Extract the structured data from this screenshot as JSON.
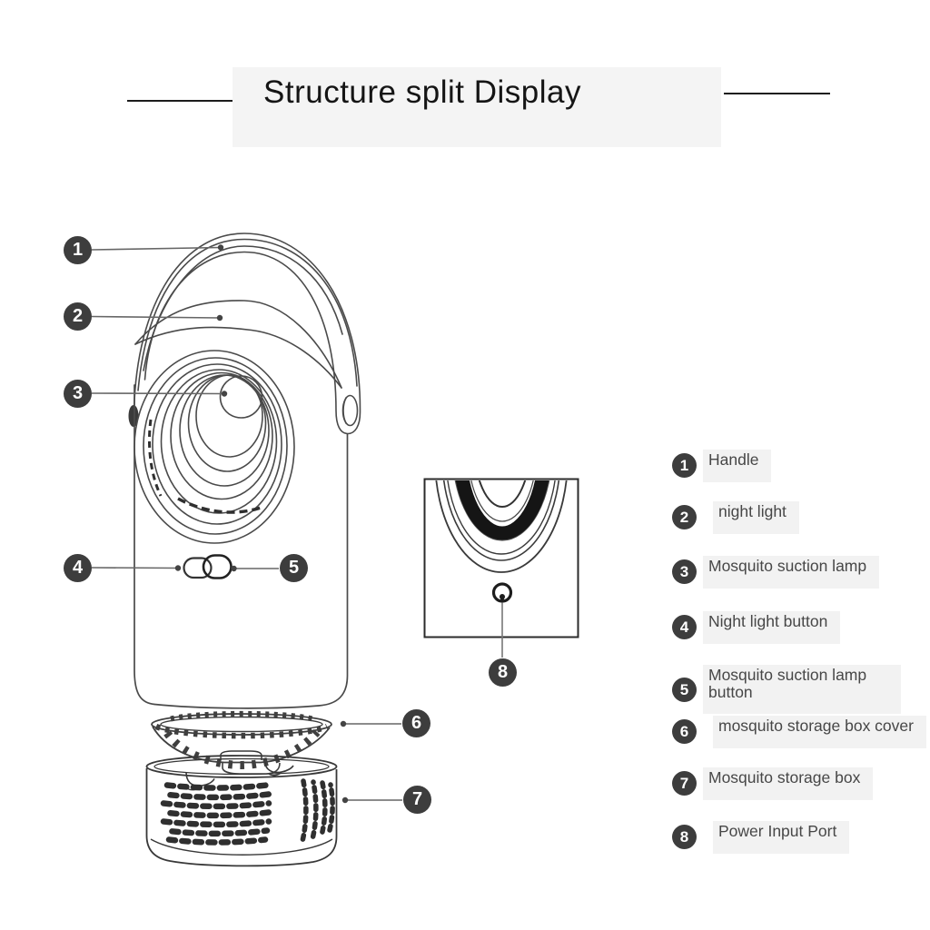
{
  "title": {
    "text": "Structure split Display"
  },
  "colors": {
    "background": "#ffffff",
    "title_background": "#f4f4f4",
    "label_background": "#f2f2f2",
    "callout_circle": "#3d3d3d",
    "callout_number": "#ffffff",
    "line_art": "#4a4a4a",
    "text": "#474747"
  },
  "callouts": [
    {
      "number": "1",
      "target": "handle"
    },
    {
      "number": "2",
      "target": "night-light"
    },
    {
      "number": "3",
      "target": "mosquito-suction-lamp"
    },
    {
      "number": "4",
      "target": "night-light-button"
    },
    {
      "number": "5",
      "target": "mosquito-suction-lamp-button"
    },
    {
      "number": "6",
      "target": "mosquito-storage-box-cover"
    },
    {
      "number": "7",
      "target": "mosquito-storage-box"
    },
    {
      "number": "8",
      "target": "power-input-port"
    }
  ],
  "legend": {
    "items": [
      {
        "number": "1",
        "label": "Handle"
      },
      {
        "number": "2",
        "label": "night light"
      },
      {
        "number": "3",
        "label": "Mosquito suction lamp"
      },
      {
        "number": "4",
        "label": "Night light button"
      },
      {
        "number": "5",
        "label": "Mosquito suction lamp button"
      },
      {
        "number": "6",
        "label": "mosquito storage box cover"
      },
      {
        "number": "7",
        "label": "Mosquito storage box"
      },
      {
        "number": "8",
        "label": "Power Input Port"
      }
    ]
  },
  "diagram": {
    "subject": "mosquito killer lamp structure split view",
    "parts": [
      "handle",
      "night light",
      "mosquito suction lamp",
      "night light button",
      "mosquito suction lamp button",
      "mosquito storage box cover",
      "mosquito storage box",
      "power input port"
    ],
    "inset": {
      "shows": "bottom of lamp with power input port",
      "callout": "8"
    }
  }
}
